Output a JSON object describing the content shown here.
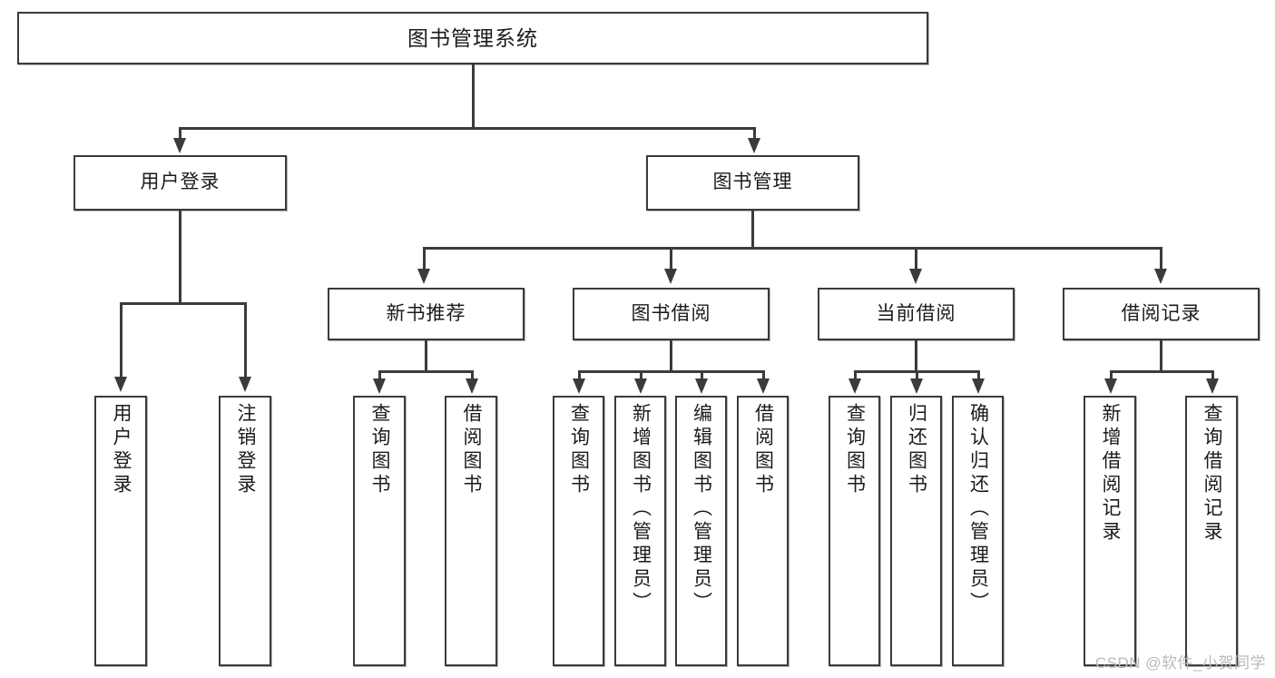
{
  "diagram": {
    "type": "tree-hierarchy",
    "title": "图书管理系统",
    "root": {
      "label": "图书管理系统"
    },
    "level2": [
      {
        "label": "用户登录"
      },
      {
        "label": "图书管理"
      }
    ],
    "level3": [
      {
        "label": "新书推荐"
      },
      {
        "label": "图书借阅"
      },
      {
        "label": "当前借阅"
      },
      {
        "label": "借阅记录"
      }
    ],
    "leaves": [
      {
        "label": "用户登录"
      },
      {
        "label": "注销登录"
      },
      {
        "label": "查询图书"
      },
      {
        "label": "借阅图书"
      },
      {
        "label": "查询图书"
      },
      {
        "label": "新增图书（管理员）"
      },
      {
        "label": "编辑图书（管理员）"
      },
      {
        "label": "借阅图书"
      },
      {
        "label": "查询图书"
      },
      {
        "label": "归还图书"
      },
      {
        "label": "确认归还（管理员）"
      },
      {
        "label": "新增借阅记录"
      },
      {
        "label": "查询借阅记录"
      }
    ]
  },
  "watermark": {
    "text": "CSDN @软件_小贺同学"
  },
  "colors": {
    "stroke": "#3b3b3b",
    "fill": "#ffffff",
    "text": "#1b1b1b",
    "watermark": "#b9b9b9"
  }
}
